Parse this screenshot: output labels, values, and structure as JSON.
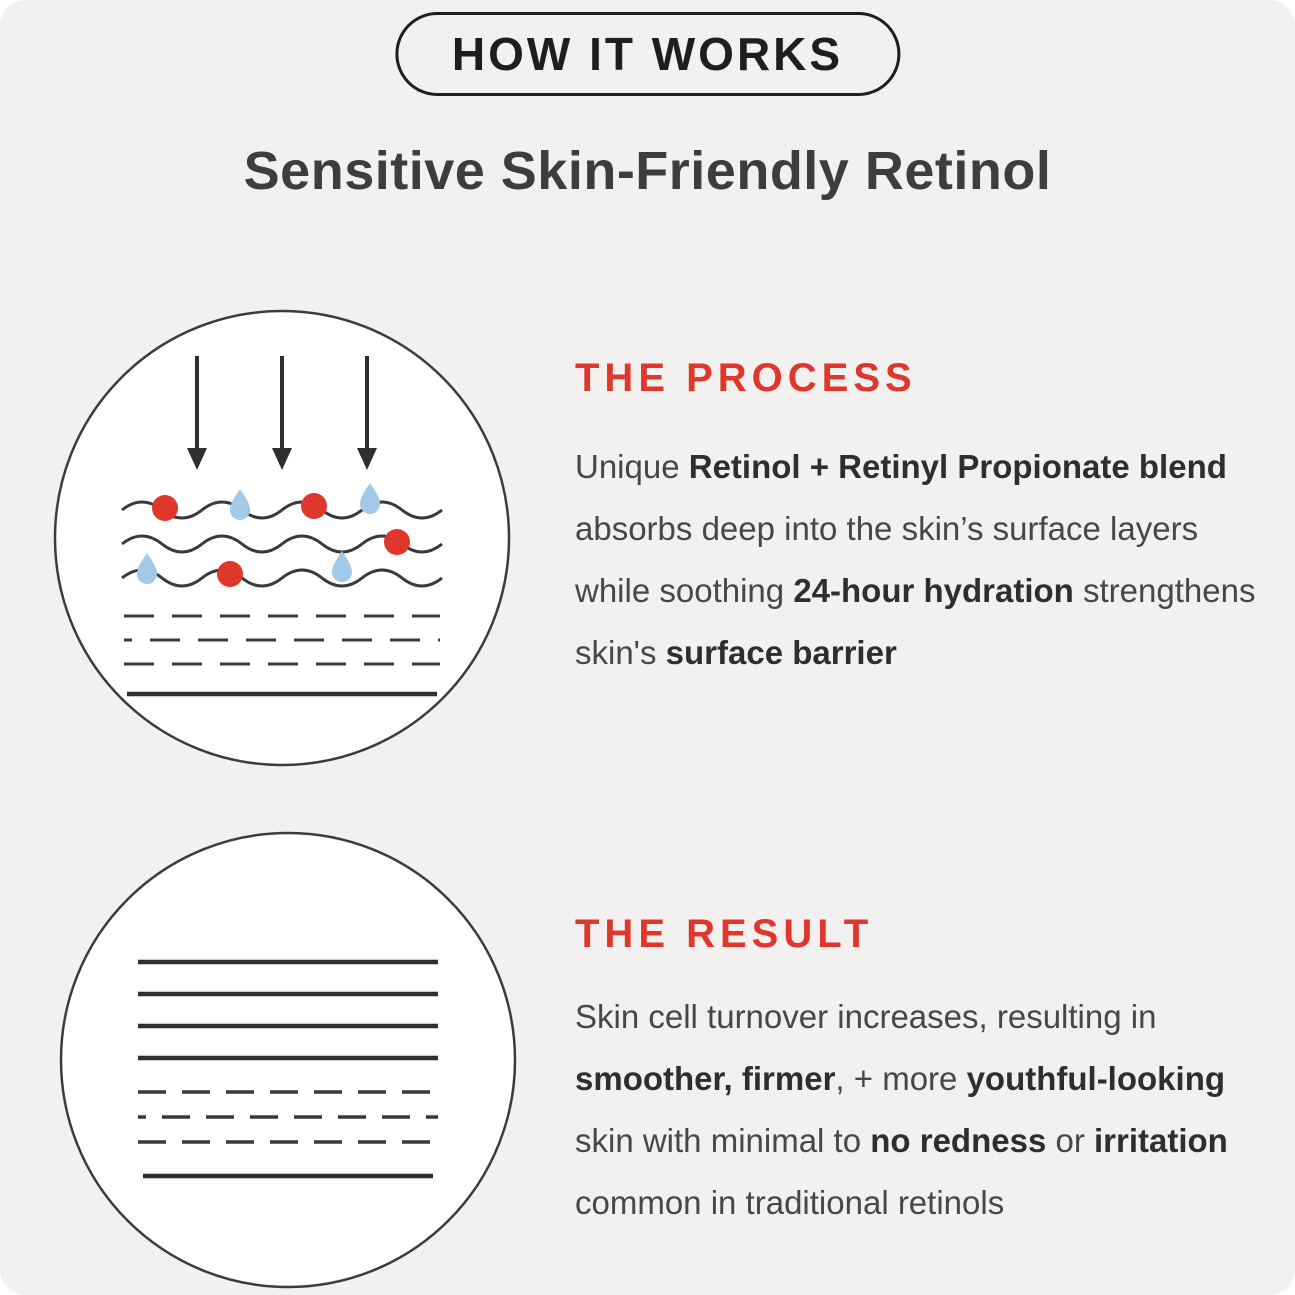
{
  "page": {
    "colors": {
      "bg": "#f2f1ef",
      "accent": "#e0372c",
      "ink": "#3d3d3d",
      "line": "#3a3a3a",
      "droplet": "#a3c9e8"
    }
  },
  "header": {
    "badge": "HOW IT WORKS",
    "title": "Sensitive Skin-Friendly Retinol"
  },
  "icons": {
    "process_illustration": "skin-absorption-diagram",
    "result_illustration": "skin-renewal-layers-diagram",
    "arrow": "arrow-down-icon",
    "molecule": "retinol-molecule-dot",
    "droplet": "hydration-droplet-icon"
  },
  "sections": [
    {
      "heading": "THE PROCESS",
      "body": [
        {
          "text": "Unique ",
          "bold": false
        },
        {
          "text": "Retinol + Retinyl Propionate blend",
          "bold": true
        },
        {
          "text": " absorbs deep into the skin’s surface layers while soothing ",
          "bold": false
        },
        {
          "text": "24-hour hydration",
          "bold": true
        },
        {
          "text": " strengthens skin's ",
          "bold": false
        },
        {
          "text": "surface barrier",
          "bold": true
        }
      ]
    },
    {
      "heading": "THE RESULT",
      "body": [
        {
          "text": "Skin cell turnover increases, resulting in ",
          "bold": false
        },
        {
          "text": "smoother, firmer",
          "bold": true
        },
        {
          "text": ", + more ",
          "bold": false
        },
        {
          "text": "youthful-looking",
          "bold": true
        },
        {
          "text": " skin with minimal to ",
          "bold": false
        },
        {
          "text": "no redness",
          "bold": true
        },
        {
          "text": " or ",
          "bold": false
        },
        {
          "text": "irritation",
          "bold": true
        },
        {
          "text": " common in traditional retinols",
          "bold": false
        }
      ]
    }
  ]
}
